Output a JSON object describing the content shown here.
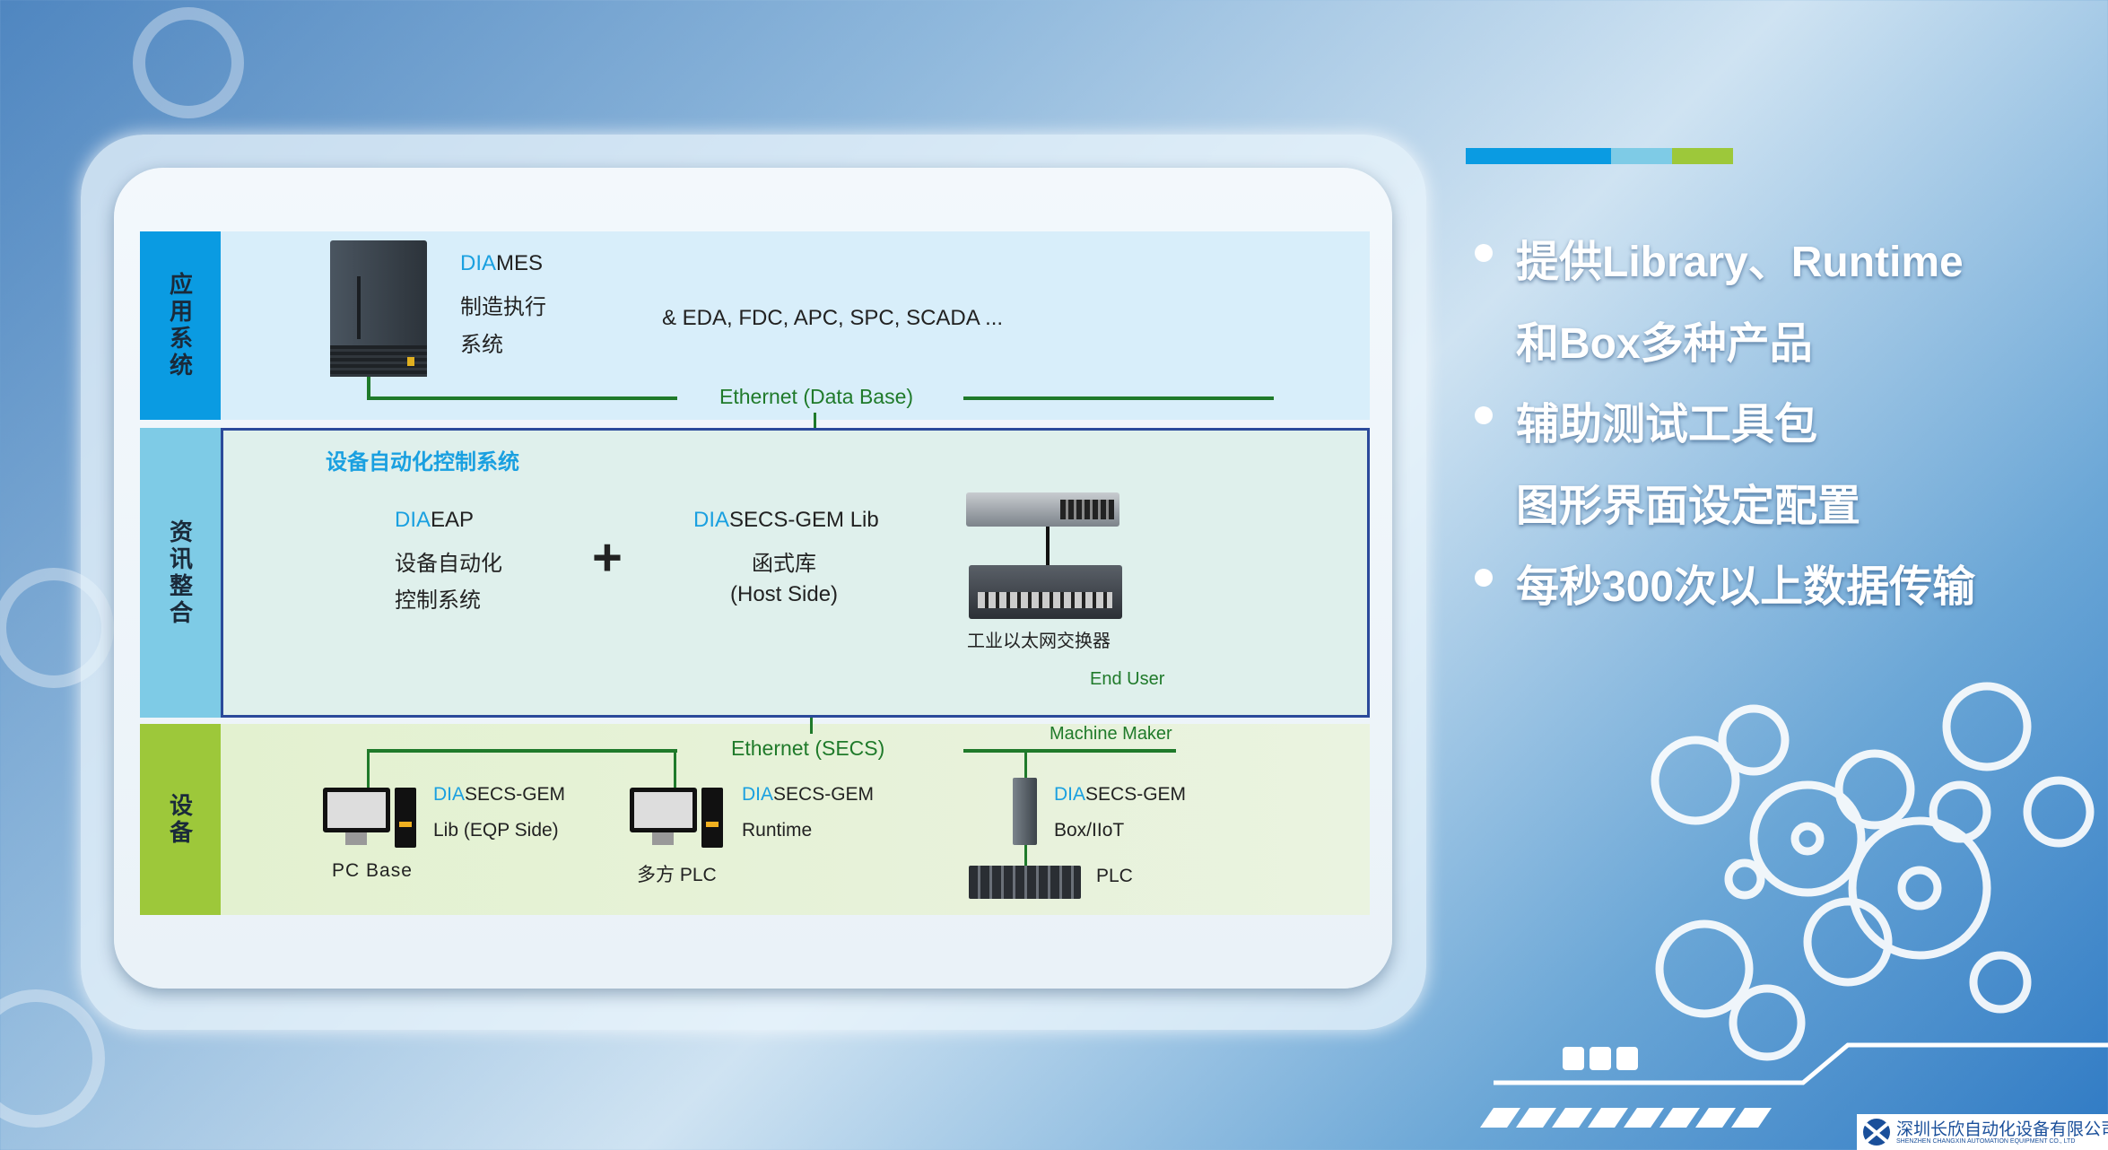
{
  "rows": {
    "app": "应用系统",
    "info": "资讯整合",
    "device": "设备"
  },
  "mes": {
    "prefix": "DIA",
    "name": "MES",
    "line2": "制造执行",
    "line3": "系统"
  },
  "others": "& EDA, FDC, APC, SPC, SCADA ...",
  "eth_db": "Ethernet (Data Base)",
  "eap_title": "设备自动化控制系统",
  "eap": {
    "prefix": "DIA",
    "name": "EAP",
    "line2": "设备自动化",
    "line3": "控制系统"
  },
  "plus": "+",
  "lib": {
    "prefix": "DIA",
    "name": "SECS-GEM Lib",
    "line2": "函式库",
    "line3": "(Host Side)"
  },
  "switch_label": "工业以太网交换器",
  "end_user": "End User",
  "eth_secs": "Ethernet (SECS)",
  "machine_maker": "Machine Maker",
  "pc1": {
    "prefix": "DIA",
    "name": "SECS-GEM",
    "line2": "Lib (EQP Side)",
    "caption": "PC Base"
  },
  "pc2": {
    "prefix": "DIA",
    "name": "SECS-GEM",
    "line2": "Runtime",
    "caption": "多方 PLC"
  },
  "box": {
    "prefix": "DIA",
    "name": "SECS-GEM",
    "line2": "Box/IIoT"
  },
  "plc_label": "PLC",
  "bullets": [
    "提供Library、Runtime",
    "和Box多种产品",
    "辅助测试工具包",
    "图形界面设定配置",
    "每秒300次以上数据传输"
  ],
  "logo": {
    "cn": "深圳长欣自动化设备有限公司",
    "en": "SHENZHEN CHANGXIN AUTOMATION EQUIPMENT CO., LTD"
  },
  "colors": {
    "blue": "#0a9be2",
    "lightblue": "#7ecbe6",
    "green": "#9dc83a",
    "line": "#1f7a2a",
    "dia": "#1aa0e0"
  }
}
